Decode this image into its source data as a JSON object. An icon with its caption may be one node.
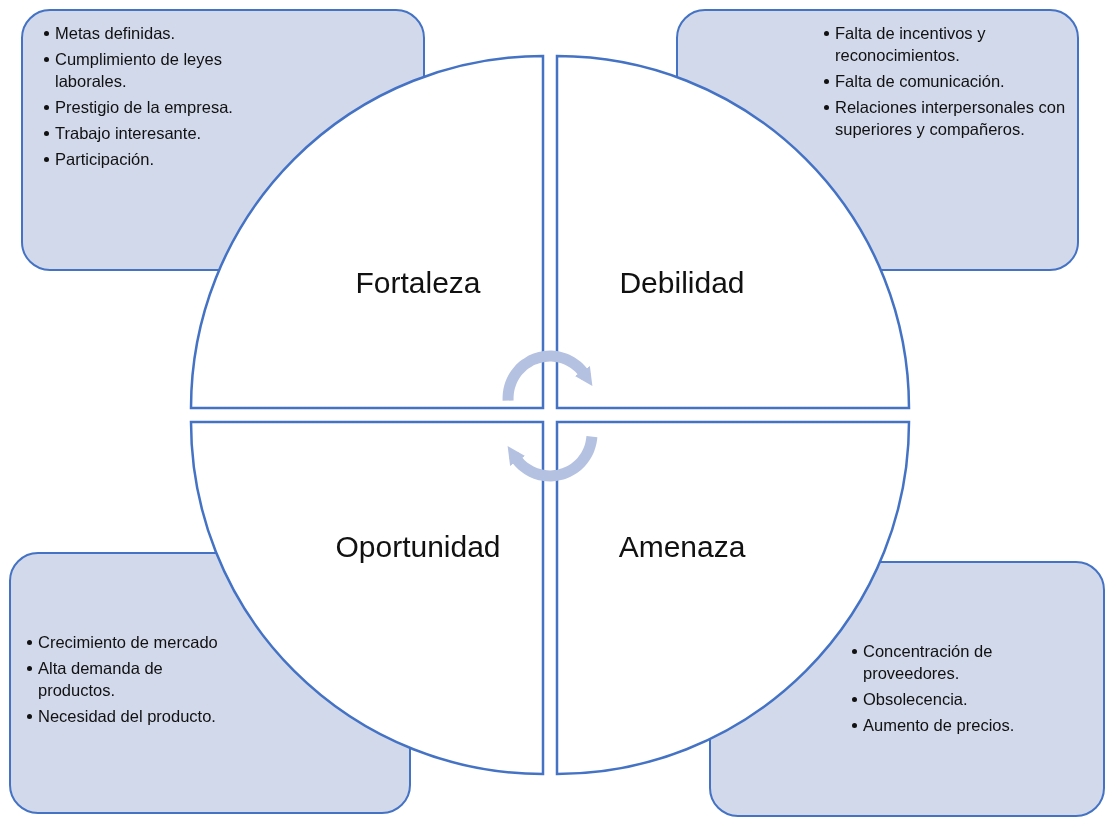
{
  "diagram": {
    "nodes": [
      {
        "text": [
          "Metas definidas.",
          "Cumplimiento de leyes laborales.",
          "Prestigio de la empresa.",
          "Trabajo interesante.",
          "Participación."
        ]
      },
      {
        "text": [
          "Falta de incentivos y reconocimientos.",
          "Falta de comunicación.",
          "Relaciones interpersonales con superiores y compañeros."
        ]
      },
      {
        "text": [
          "Fortaleza"
        ]
      },
      {
        "text": [
          "Debilidad"
        ]
      },
      {
        "text": [
          "Oportunidad"
        ]
      },
      {
        "text": [
          "Amenaza"
        ]
      },
      {
        "text": [
          "Crecimiento de mercado",
          "Alta demanda de productos.",
          "Necesidad del producto."
        ]
      },
      {
        "text": [
          "Concentración de proveedores.",
          "Obsolecencia.",
          "Aumento de precios."
        ]
      }
    ],
    "edges": [
      {
        "from": 2,
        "to": 3,
        "arrow": "to"
      },
      {
        "from": 5,
        "to": 4,
        "arrow": "to"
      }
    ]
  }
}
